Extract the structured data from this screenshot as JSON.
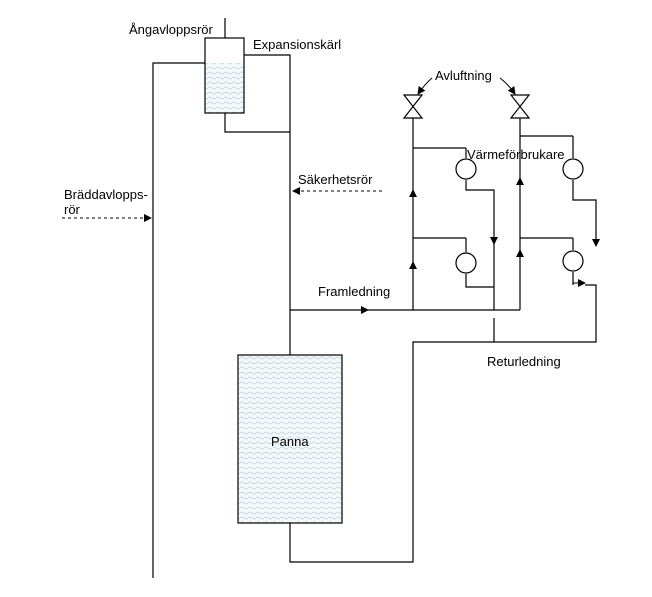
{
  "labels": {
    "steam_vent_pipe": "Ångavloppsrör",
    "expansion_vessel": "Expansionskärl",
    "overflow_pipe_line1": "Bräddavlopps-",
    "overflow_pipe_line2": "rör",
    "safety_pipe": "Säkerhetsrör",
    "venting": "Avluftning",
    "heat_consumer": "Värmeförbrukare",
    "supply_line": "Framledning",
    "return_line": "Returledning",
    "boiler": "Panna"
  },
  "colors": {
    "line": "#000000",
    "water_fill": "#f4f9fb",
    "water_wave": "#bcd0da"
  }
}
